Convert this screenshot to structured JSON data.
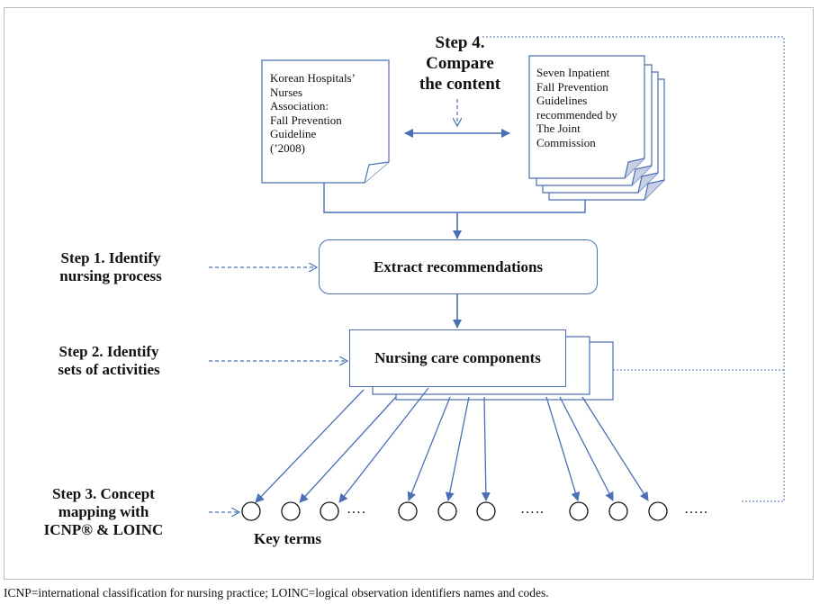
{
  "step4": {
    "line1": "Step 4.",
    "line2": "Compare",
    "line3": "the content"
  },
  "doc_left": {
    "lines": [
      "Korean Hospitals’",
      "Nurses",
      "Association:",
      "Fall Prevention",
      "Guideline",
      "(’2008)"
    ]
  },
  "doc_right": {
    "lines": [
      "Seven Inpatient",
      "Fall Prevention",
      "Guidelines",
      "recommended by",
      "The Joint",
      "Commission"
    ]
  },
  "step1": {
    "line1": "Step 1. Identify",
    "line2": "nursing process"
  },
  "step2": {
    "line1": "Step 2. Identify",
    "line2": "sets of activities"
  },
  "step3": {
    "line1": "Step 3. Concept",
    "line2": "mapping with",
    "line3": "ICNP® & LOINC"
  },
  "extract_box": "Extract recommendations",
  "components_box": "Nursing care components",
  "key_terms": "Key terms",
  "ellipsis": "….",
  "ellipsis_long": "…..",
  "footnote": "ICNP=international classification for nursing practice; LOINC=logical observation identifiers names and codes.",
  "colors": {
    "accent": "#4a6fb5",
    "frame": "#bdbdbd"
  }
}
